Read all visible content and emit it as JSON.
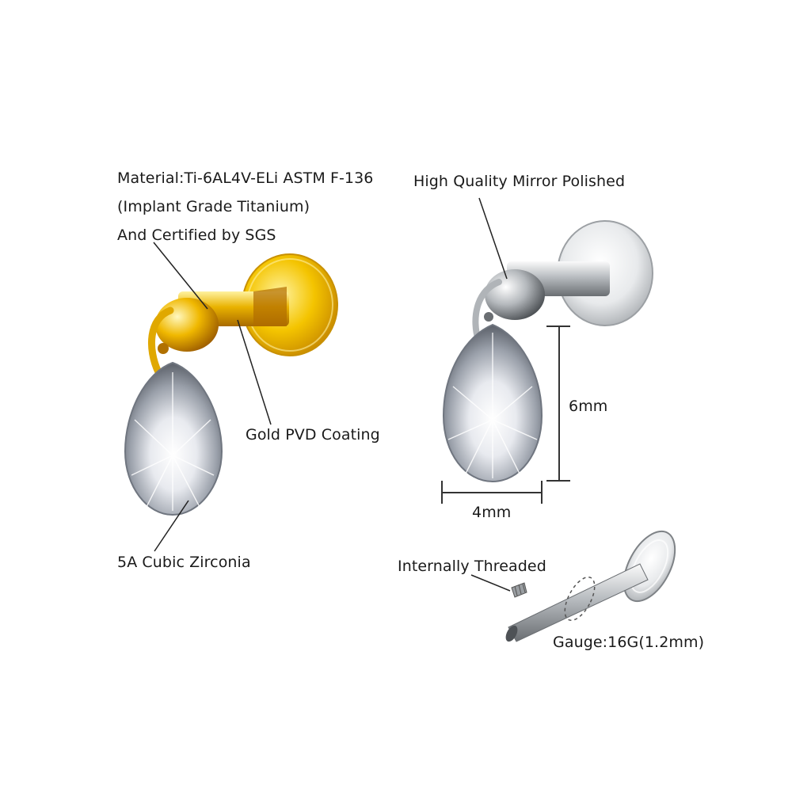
{
  "gold_item": {
    "material_line1": "Material:Ti-6AL4V-ELi ASTM F-136",
    "material_line2": "(Implant Grade Titanium)",
    "material_line3": "And Certified by SGS",
    "coating": "Gold PVD Coating",
    "stone": "5A Cubic Zirconia",
    "color": "#e3a800"
  },
  "silver_item": {
    "polish": "High Quality Mirror Polished",
    "height": "6mm",
    "width": "4mm",
    "color": "#c8ccd0"
  },
  "post": {
    "thread": "Internally Threaded",
    "gauge": "Gauge:16G(1.2mm)"
  }
}
